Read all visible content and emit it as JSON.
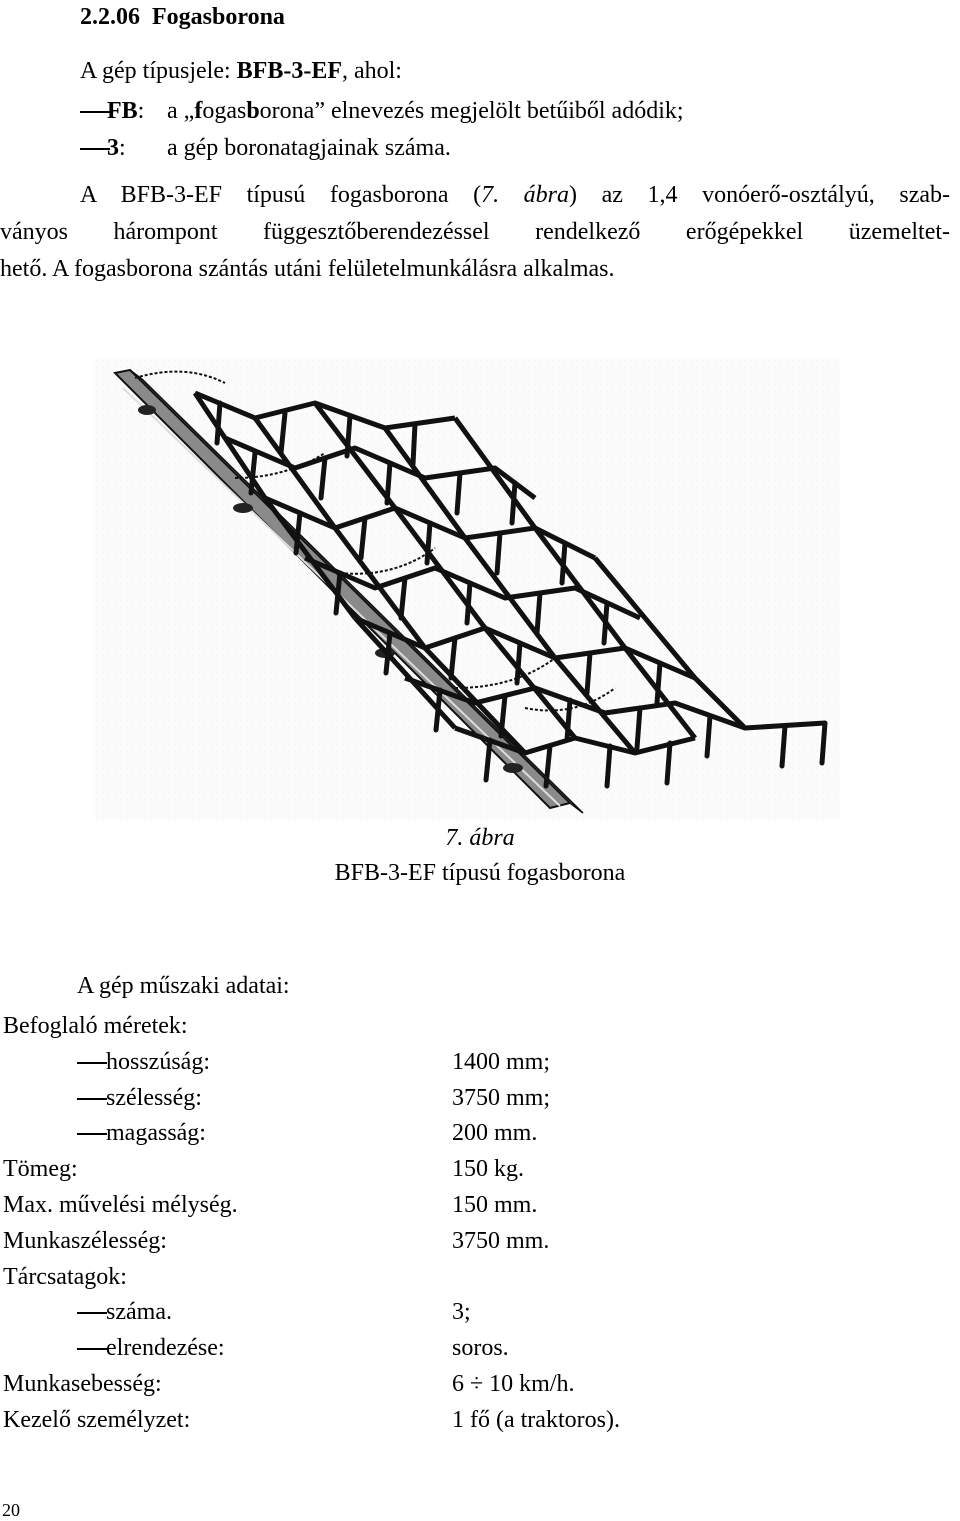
{
  "section": {
    "number": "2.2.06",
    "title": "Fogasborona"
  },
  "type_line": {
    "prefix": "A gép típusjele: ",
    "code": "BFB-3-EF",
    "suffix": ", ahol:"
  },
  "list": [
    {
      "key": "FB",
      "sep": ":",
      "pre": "a „",
      "b1": "f",
      "mid1": "ogas",
      "b2": "b",
      "post": "orona” elnevezés megjelölt betűiből adódik;"
    },
    {
      "key": "3",
      "sep": ":",
      "text": "a gép boronatagjainak száma."
    }
  ],
  "paragraph": {
    "l1_a": "A BFB-3-EF típusú fogasborona (",
    "l1_ref": "7. ábra",
    "l1_b": ") az 1,4 vonóerő-osztályú, szab-",
    "l2": "ványos hárompont függesztőberendezéssel rendelkező erőgépekkel üzemeltet-",
    "l3": "hető. A fogasborona szántás utáni felületelmunkálásra alkalmas."
  },
  "figure": {
    "number": "7. ábra",
    "caption": "BFB-3-EF típusú fogasborona"
  },
  "specs_title": "A gép műszaki adatai:",
  "specs": [
    {
      "label": "Befoglaló méretek:",
      "value": "",
      "indent": false
    },
    {
      "label": "hosszúság:",
      "value": "1400 mm;",
      "indent": true
    },
    {
      "label": "szélesség:",
      "value": "3750 mm;",
      "indent": true
    },
    {
      "label": "magasság:",
      "value": "200 mm.",
      "indent": true
    },
    {
      "label": "Tömeg:",
      "value": "150 kg.",
      "indent": false
    },
    {
      "label": "Max. művelési mélység.",
      "value": "150 mm.",
      "indent": false
    },
    {
      "label": "Munkaszélesség:",
      "value": "3750 mm.",
      "indent": false
    },
    {
      "label": "Tárcsatagok:",
      "value": "",
      "indent": false
    },
    {
      "label": "száma.",
      "value": "3;",
      "indent": true
    },
    {
      "label": "elrendezése:",
      "value": "soros.",
      "indent": true
    },
    {
      "label": "Munkasebesség:",
      "value": "6 ÷ 10 km/h.",
      "indent": false
    },
    {
      "label": "Kezelő személyzet:",
      "value": "1 fő (a traktoros).",
      "indent": false
    }
  ],
  "page_number": "20"
}
